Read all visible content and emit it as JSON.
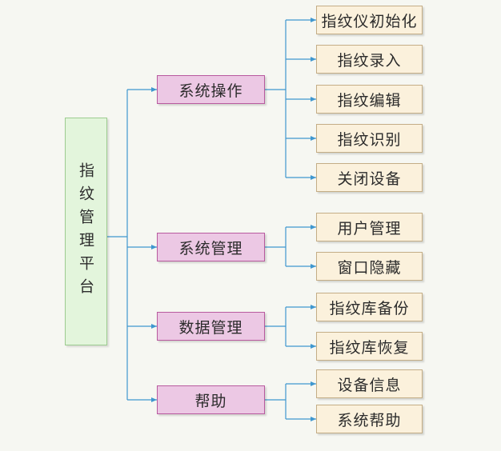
{
  "colors": {
    "line": "#3f97cf",
    "root_fill": "#e3f5dc",
    "category_fill": "#ecc8e4",
    "leaf_fill": "#fbf1dc"
  },
  "root": {
    "label": "指纹管理平台"
  },
  "categories": [
    {
      "label": "系统操作",
      "children": [
        "指纹仪初始化",
        "指纹录入",
        "指纹编辑",
        "指纹识别",
        "关闭设备"
      ]
    },
    {
      "label": "系统管理",
      "children": [
        "用户管理",
        "窗口隐藏"
      ]
    },
    {
      "label": "数据管理",
      "children": [
        "指纹库备份",
        "指纹库恢复"
      ]
    },
    {
      "label": "帮助",
      "children": [
        "设备信息",
        "系统帮助"
      ]
    }
  ]
}
